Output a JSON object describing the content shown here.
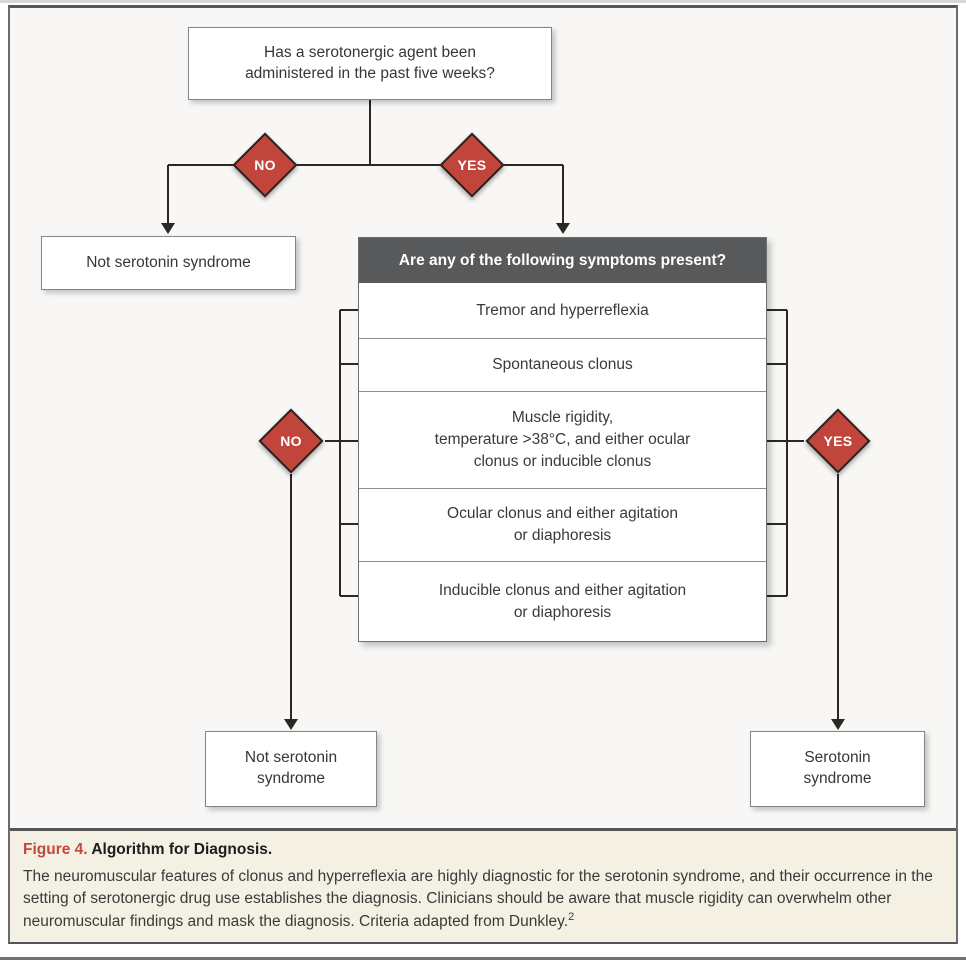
{
  "figure": {
    "top_question": "Has a serotonergic agent been\nadministered in the past five weeks?",
    "decision_top": {
      "no": "NO",
      "yes": "YES"
    },
    "outcome_not_serotonin_top": "Not serotonin syndrome",
    "symptoms_panel": {
      "header": "Are any of the following symptoms present?",
      "rows": [
        {
          "label": "Tremor and hyperreflexia"
        },
        {
          "label": "Spontaneous clonus"
        },
        {
          "label": "Muscle rigidity,\ntemperature >38°C, and either ocular\nclonus or inducible clonus"
        },
        {
          "label": "Ocular clonus and either agitation\nor diaphoresis"
        },
        {
          "label": "Inducible clonus and either agitation\nor diaphoresis"
        }
      ]
    },
    "decision_symptoms": {
      "no": "NO",
      "yes": "YES"
    },
    "outcome_not_serotonin_bottom": "Not serotonin\nsyndrome",
    "outcome_serotonin": "Serotonin\nsyndrome"
  },
  "caption": {
    "figure_label": "Figure 4.",
    "title": "Algorithm for Diagnosis.",
    "body": "The neuromuscular features of clonus and hyperreflexia are highly diagnostic for the serotonin syndrome, and their occurrence in the setting of serotonergic drug use establishes the diagnosis. Clinicians should be aware that muscle rigidity can overwhelm other neuromuscular findings and mask the diagnosis. Criteria adapted from Dunkley.",
    "reference_mark": "2"
  },
  "colors": {
    "diamond_red": "#c2453c",
    "panel_header_gray": "#58595b",
    "caption_background": "#f5f0e4",
    "figure_label_red": "#c5483c",
    "connector_black": "#2a2724"
  }
}
